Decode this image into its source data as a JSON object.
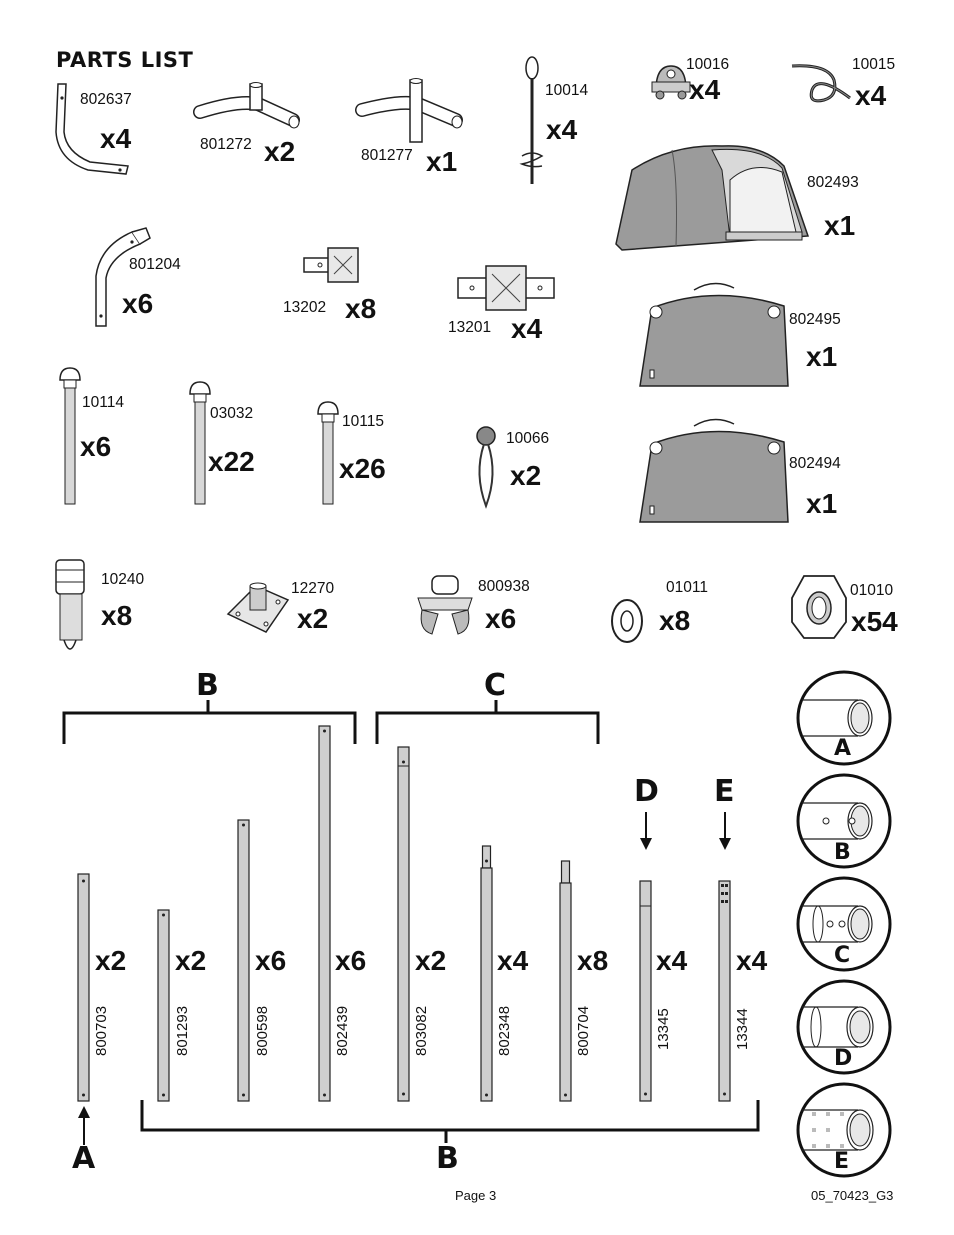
{
  "heading": "PARTS LIST",
  "parts": [
    {
      "part": "802637",
      "qty": "x4"
    },
    {
      "part": "801272",
      "qty": "x2"
    },
    {
      "part": "801277",
      "qty": "x1"
    },
    {
      "part": "10014",
      "qty": "x4"
    },
    {
      "part": "10016",
      "qty": "x4"
    },
    {
      "part": "10015",
      "qty": "x4"
    },
    {
      "part": "802493",
      "qty": "x1"
    },
    {
      "part": "801204",
      "qty": "x6"
    },
    {
      "part": "13202",
      "qty": "x8"
    },
    {
      "part": "13201",
      "qty": "x4"
    },
    {
      "part": "802495",
      "qty": "x1"
    },
    {
      "part": "10114",
      "qty": "x6"
    },
    {
      "part": "03032",
      "qty": "x22"
    },
    {
      "part": "10115",
      "qty": "x26"
    },
    {
      "part": "10066",
      "qty": "x2"
    },
    {
      "part": "802494",
      "qty": "x1"
    },
    {
      "part": "10240",
      "qty": "x8"
    },
    {
      "part": "12270",
      "qty": "x2"
    },
    {
      "part": "800938",
      "qty": "x6"
    },
    {
      "part": "01011",
      "qty": "x8"
    },
    {
      "part": "01010",
      "qty": "x54"
    }
  ],
  "tubes": [
    {
      "part": "800703",
      "qty": "x2"
    },
    {
      "part": "801293",
      "qty": "x2"
    },
    {
      "part": "800598",
      "qty": "x6"
    },
    {
      "part": "802439",
      "qty": "x6"
    },
    {
      "part": "803082",
      "qty": "x2"
    },
    {
      "part": "802348",
      "qty": "x4"
    },
    {
      "part": "800704",
      "qty": "x8"
    },
    {
      "part": "13345",
      "qty": "x4"
    },
    {
      "part": "13344",
      "qty": "x4"
    }
  ],
  "group_labels": {
    "top_b": "B",
    "top_c": "C",
    "arrow_d": "D",
    "arrow_e": "E",
    "bottom_a": "A",
    "bottom_b": "B"
  },
  "end_types": [
    "A",
    "B",
    "C",
    "D",
    "E"
  ],
  "footer": {
    "page": "Page 3",
    "code": "05_70423_G3"
  }
}
